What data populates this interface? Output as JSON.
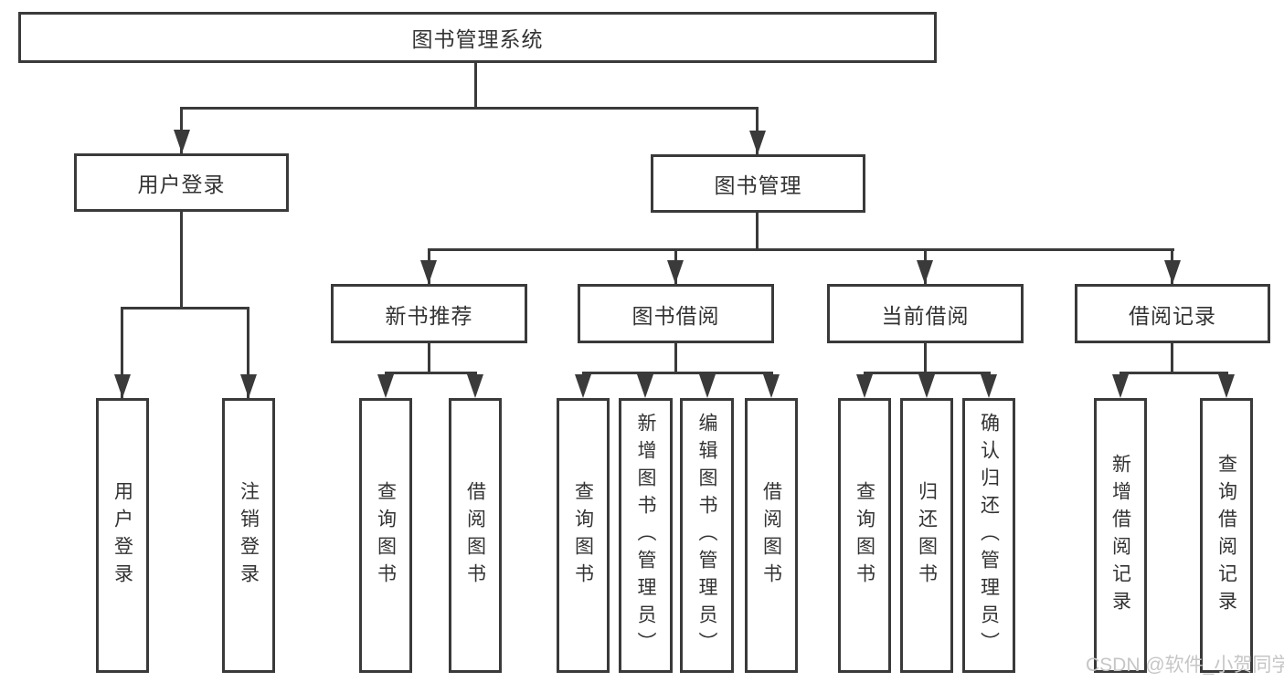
{
  "root": {
    "label": "图书管理系统"
  },
  "branches": [
    {
      "label": "用户登录",
      "children": [
        {
          "label": "用户登录"
        },
        {
          "label": "注销登录"
        }
      ]
    },
    {
      "label": "图书管理",
      "children": [
        {
          "label": "新书推荐",
          "children": [
            {
              "label": "查询图书"
            },
            {
              "label": "借阅图书"
            }
          ]
        },
        {
          "label": "图书借阅",
          "children": [
            {
              "label": "查询图书"
            },
            {
              "label": "新增图书（管理员）"
            },
            {
              "label": "编辑图书（管理员）"
            },
            {
              "label": "借阅图书"
            }
          ]
        },
        {
          "label": "当前借阅",
          "children": [
            {
              "label": "查询图书"
            },
            {
              "label": "归还图书"
            },
            {
              "label": "确认归还（管理员）"
            }
          ]
        },
        {
          "label": "借阅记录",
          "children": [
            {
              "label": "新增借阅记录"
            },
            {
              "label": "查询借阅记录"
            }
          ]
        }
      ]
    }
  ],
  "watermark": {
    "text": "CSDN @软件_小贺同学"
  },
  "colors": {
    "line": "#3a3a3a",
    "text": "#333333",
    "watermark": "#c6c6c6"
  }
}
